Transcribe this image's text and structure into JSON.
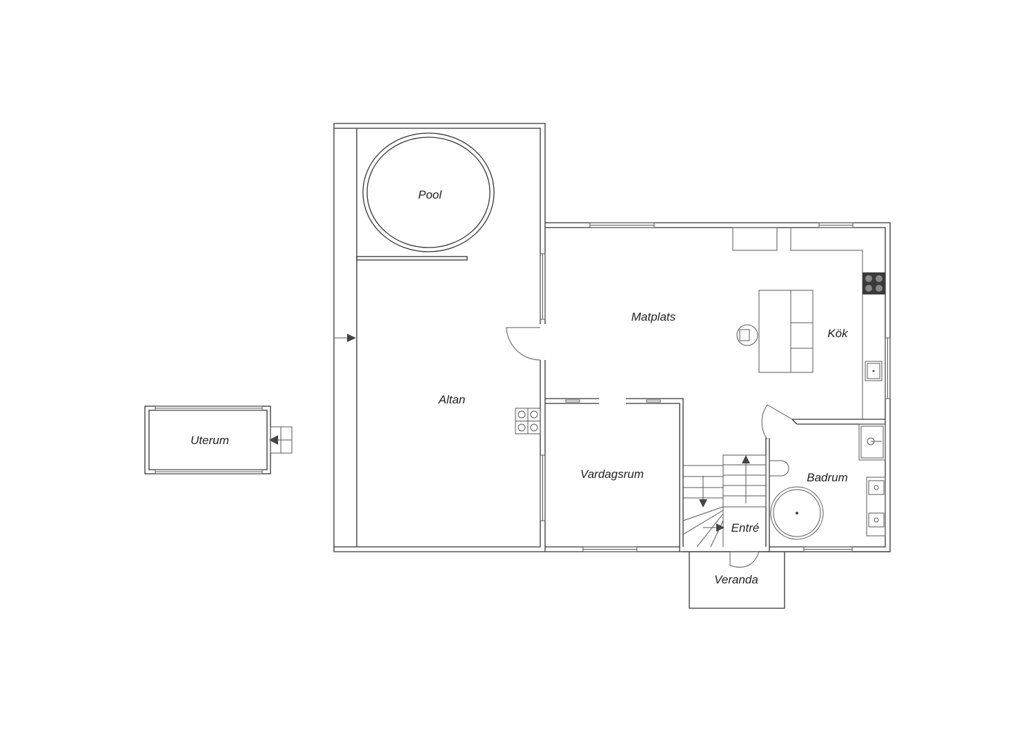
{
  "rooms": {
    "pool": "Pool",
    "altan": "Altan",
    "uterum": "Uterum",
    "matplats": "Matplats",
    "kok": "Kök",
    "vardagsrum": "Vardagsrum",
    "badrum": "Badrum",
    "entre": "Entré",
    "veranda": "Veranda"
  },
  "colors": {
    "wall": "#333333",
    "background": "#ffffff"
  }
}
